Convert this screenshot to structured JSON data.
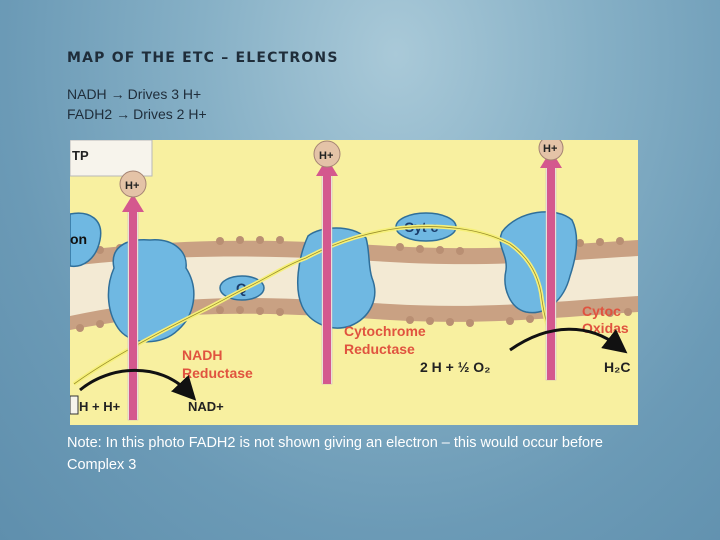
{
  "slide": {
    "title": "MAP OF THE ETC – ELECTRONS",
    "bullets": [
      {
        "left": "NADH",
        "right": "Drives 3 H+"
      },
      {
        "left": "FADH2",
        "right": "Drives 2 H+"
      }
    ],
    "arrow_glyph": "→",
    "note": "Note: In this photo FADH2 is not shown giving an electron – this would occur before Complex 3"
  },
  "figure": {
    "labels": {
      "top_left_fragment": "TP",
      "left_fragment": "on",
      "proton": "H+",
      "ubiquinone": "Q",
      "cyt_c": "Cyt c",
      "nadh_reductase_1": "NADH",
      "nadh_reductase_2": "Reductase",
      "cyt_reductase_1": "Cytochrome",
      "cyt_reductase_2": "Reductase",
      "cyt_oxidase_1": "Cytoc",
      "cyt_oxidase_2": "Oxidas",
      "oxygen_reaction": "2 H + ½ O₂",
      "water_fragment": "H₂C",
      "nadh_input": "H + H+",
      "nad_output": "NAD+"
    },
    "colors": {
      "background": "#f8f0a0",
      "membrane_head": "#c9a183",
      "membrane_tail": "#f3ead4",
      "protein": "#6fb8e2",
      "proton_arrow": "#d4588e",
      "proton_ball": "#e4c3a7",
      "electron_path": "#f6f07a",
      "label_red": "#e0533f"
    }
  }
}
